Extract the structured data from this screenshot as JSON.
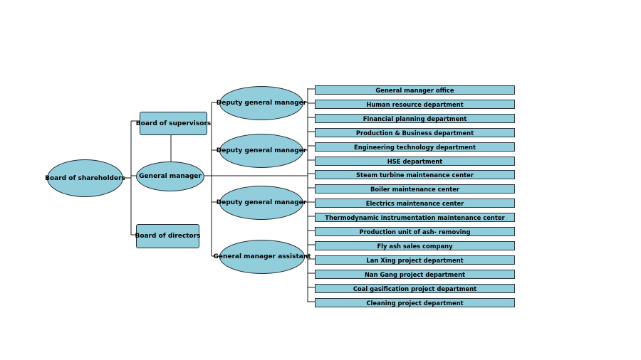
{
  "root": {
    "label": "Board of shareholders"
  },
  "board_of_supervisors": {
    "label": "Board of supervisors"
  },
  "general_manager": {
    "label": "General manager"
  },
  "board_of_directors": {
    "label": "Board of directors"
  },
  "deputies": [
    {
      "label": "Deputy general manager"
    },
    {
      "label": "Deputy general manager"
    },
    {
      "label": "Deputy general manager"
    },
    {
      "label": "General manager assistant"
    }
  ],
  "departments": [
    "General manager office",
    "Human resource department",
    "Financial planning department",
    "Production & Business department",
    "Engineering technology department",
    "HSE department",
    "Steam turbine maintenance center",
    "Boiler maintenance center",
    "Electrics maintenance center",
    "Thermodynamic instrumentation maintenance center",
    "Production unit of ash- removing",
    "Fly ash sales company",
    "Lan Xing project department",
    "Nan Gang project department",
    "Coal gasification project department",
    "Cleaning project department"
  ],
  "colors": {
    "node_fill": "#92cddc",
    "border": "#1f2b36",
    "connector": "#1a1a1a"
  }
}
